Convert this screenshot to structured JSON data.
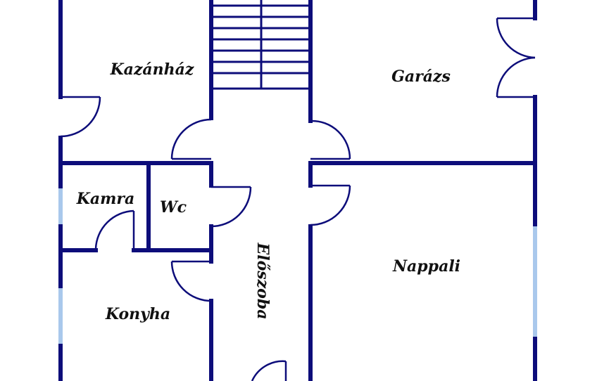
{
  "rooms": {
    "boiler_room": "Kazánház",
    "garage": "Garázs",
    "pantry": "Kamra",
    "wc": "Wc",
    "hall": "Előszoba",
    "living_room": "Nappali",
    "kitchen": "Konyha"
  },
  "colors": {
    "wall": "#0d0d7a",
    "window": "#a9c8ec",
    "label": "#111111",
    "background": "#ffffff"
  }
}
